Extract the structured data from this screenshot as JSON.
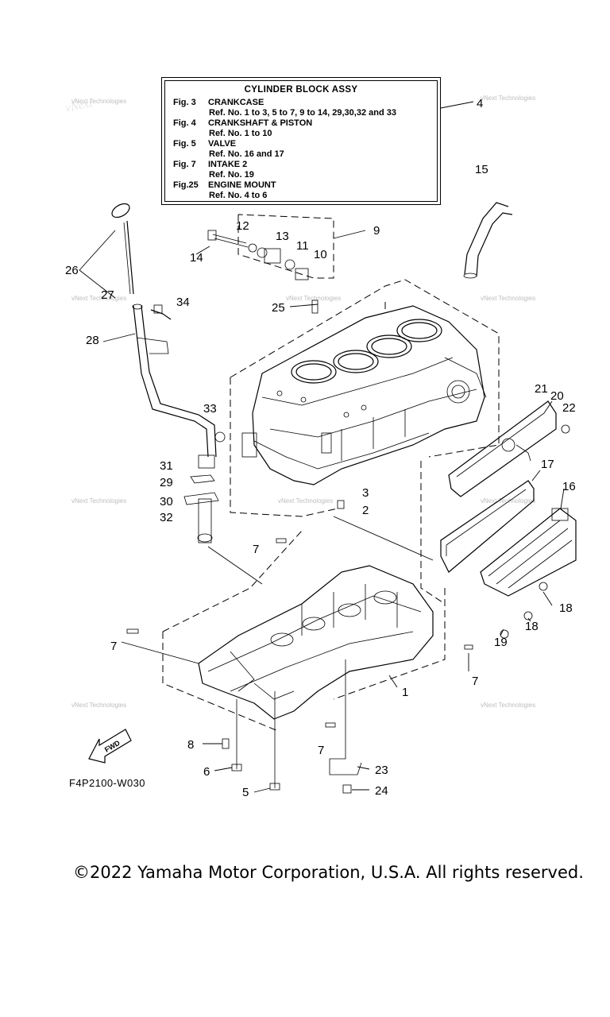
{
  "legend": {
    "title": "CYLINDER BLOCK ASSY",
    "entries": [
      {
        "fig": "Fig. 3",
        "name": "CRANKCASE",
        "ref": "Ref. No. 1 to 3, 5 to 7, 9 to 14, 29,30,32 and 33"
      },
      {
        "fig": "Fig. 4",
        "name": "CRANKSHAFT & PISTON",
        "ref": "Ref. No. 1 to 10"
      },
      {
        "fig": "Fig. 5",
        "name": "VALVE",
        "ref": "Ref. No. 16 and 17"
      },
      {
        "fig": "Fig. 7",
        "name": "INTAKE 2",
        "ref": "Ref. No. 19"
      },
      {
        "fig": "Fig.25",
        "name": "ENGINE MOUNT",
        "ref": "Ref. No. 4 to 6"
      }
    ]
  },
  "callouts": [
    "1",
    "2",
    "3",
    "4",
    "5",
    "6",
    "7",
    "7",
    "7",
    "7",
    "8",
    "9",
    "10",
    "11",
    "12",
    "13",
    "14",
    "15",
    "16",
    "17",
    "18",
    "18",
    "19",
    "20",
    "21",
    "22",
    "23",
    "24",
    "25",
    "26",
    "27",
    "28",
    "29",
    "30",
    "31",
    "32",
    "33",
    "34"
  ],
  "watermark": {
    "line1": "vNext Technologies",
    "line2": "vNext Technologies"
  },
  "fwd_label": "FWD",
  "drawing_code": "F4P2100-W030",
  "copyright": "©2022 Yamaha Motor Corporation, U.S.A. All rights reserved."
}
